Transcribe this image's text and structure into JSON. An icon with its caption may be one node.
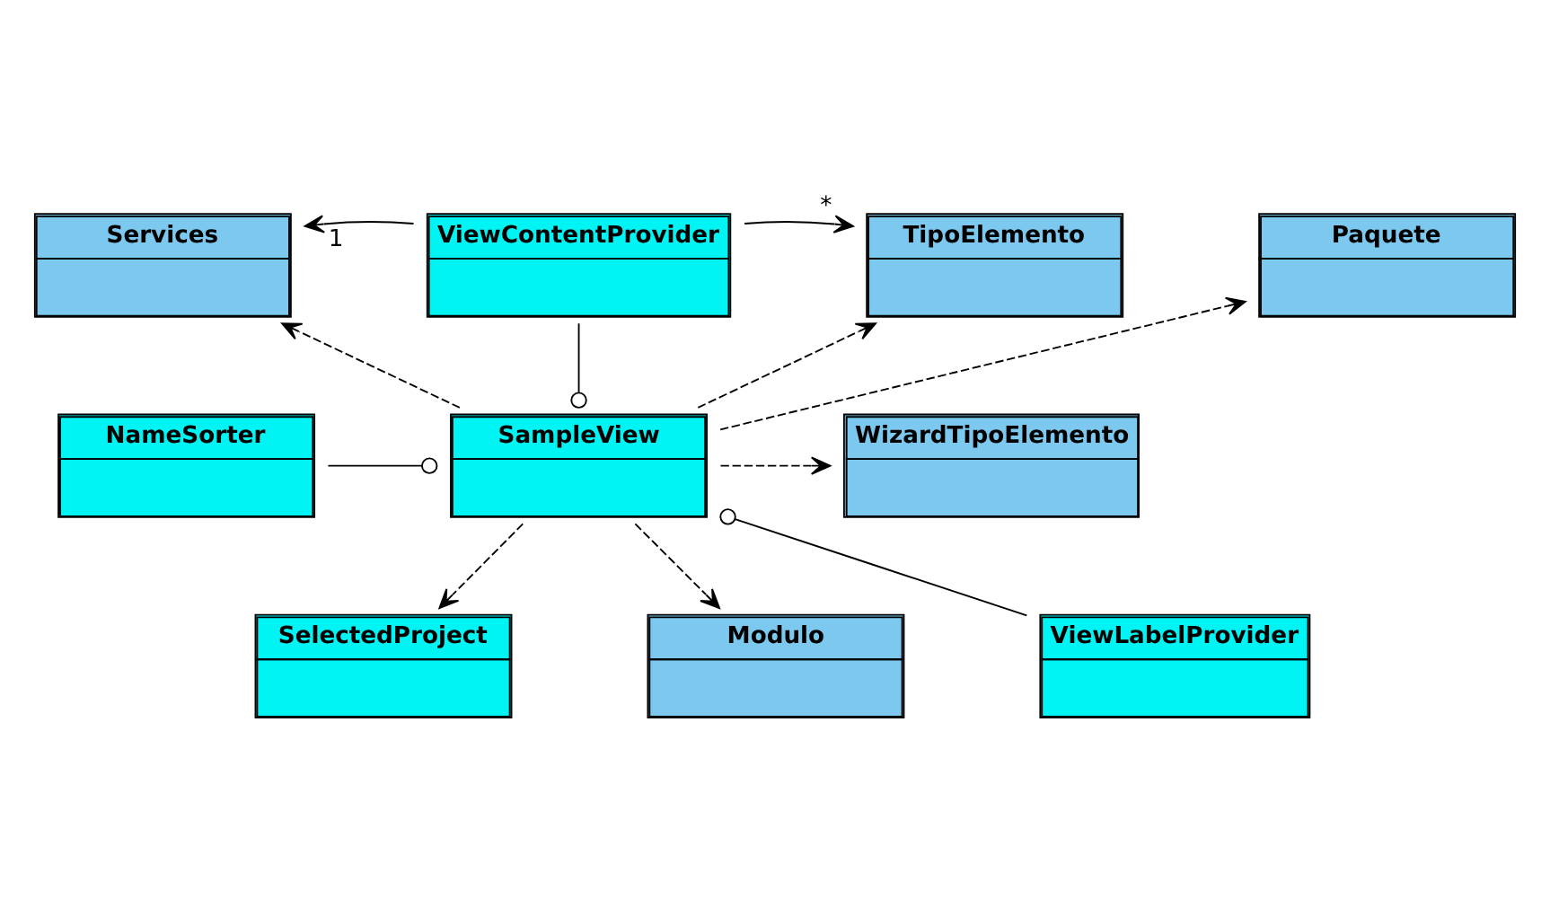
{
  "diagram": {
    "nodes": [
      {
        "text": [
          "Services"
        ]
      },
      {
        "text": [
          "ViewContentProvider"
        ]
      },
      {
        "text": [
          "TipoElemento"
        ]
      },
      {
        "text": [
          "Paquete"
        ]
      },
      {
        "text": [
          "WizardTipoElemento"
        ]
      },
      {
        "text": [
          "SampleView"
        ]
      },
      {
        "text": [
          "NameSorter"
        ]
      },
      {
        "text": [
          "SelectedProject"
        ]
      },
      {
        "text": [
          "Modulo"
        ]
      },
      {
        "text": [
          "ViewLabelProvider"
        ]
      }
    ],
    "edges": [
      {
        "from": 1,
        "to": 0,
        "arrow": "to",
        "label": "1"
      },
      {
        "from": 1,
        "to": 2,
        "arrow": "to",
        "label": "*"
      },
      {
        "from": 5,
        "to": 0,
        "arrow": "to",
        "style": "dashed"
      },
      {
        "from": 5,
        "to": 2,
        "arrow": "to",
        "style": "dashed"
      },
      {
        "from": 5,
        "to": 3,
        "arrow": "to",
        "style": "dashed"
      },
      {
        "from": 1,
        "to": 5,
        "arrow": "other"
      },
      {
        "from": 5,
        "to": 4,
        "arrow": "to",
        "style": "dashed"
      },
      {
        "from": 6,
        "to": 5,
        "arrow": "other"
      },
      {
        "from": 5,
        "to": 7,
        "arrow": "to",
        "style": "dashed"
      },
      {
        "from": 5,
        "to": 8,
        "arrow": "to",
        "style": "dashed"
      },
      {
        "from": 9,
        "to": 5,
        "arrow": "other"
      }
    ]
  }
}
